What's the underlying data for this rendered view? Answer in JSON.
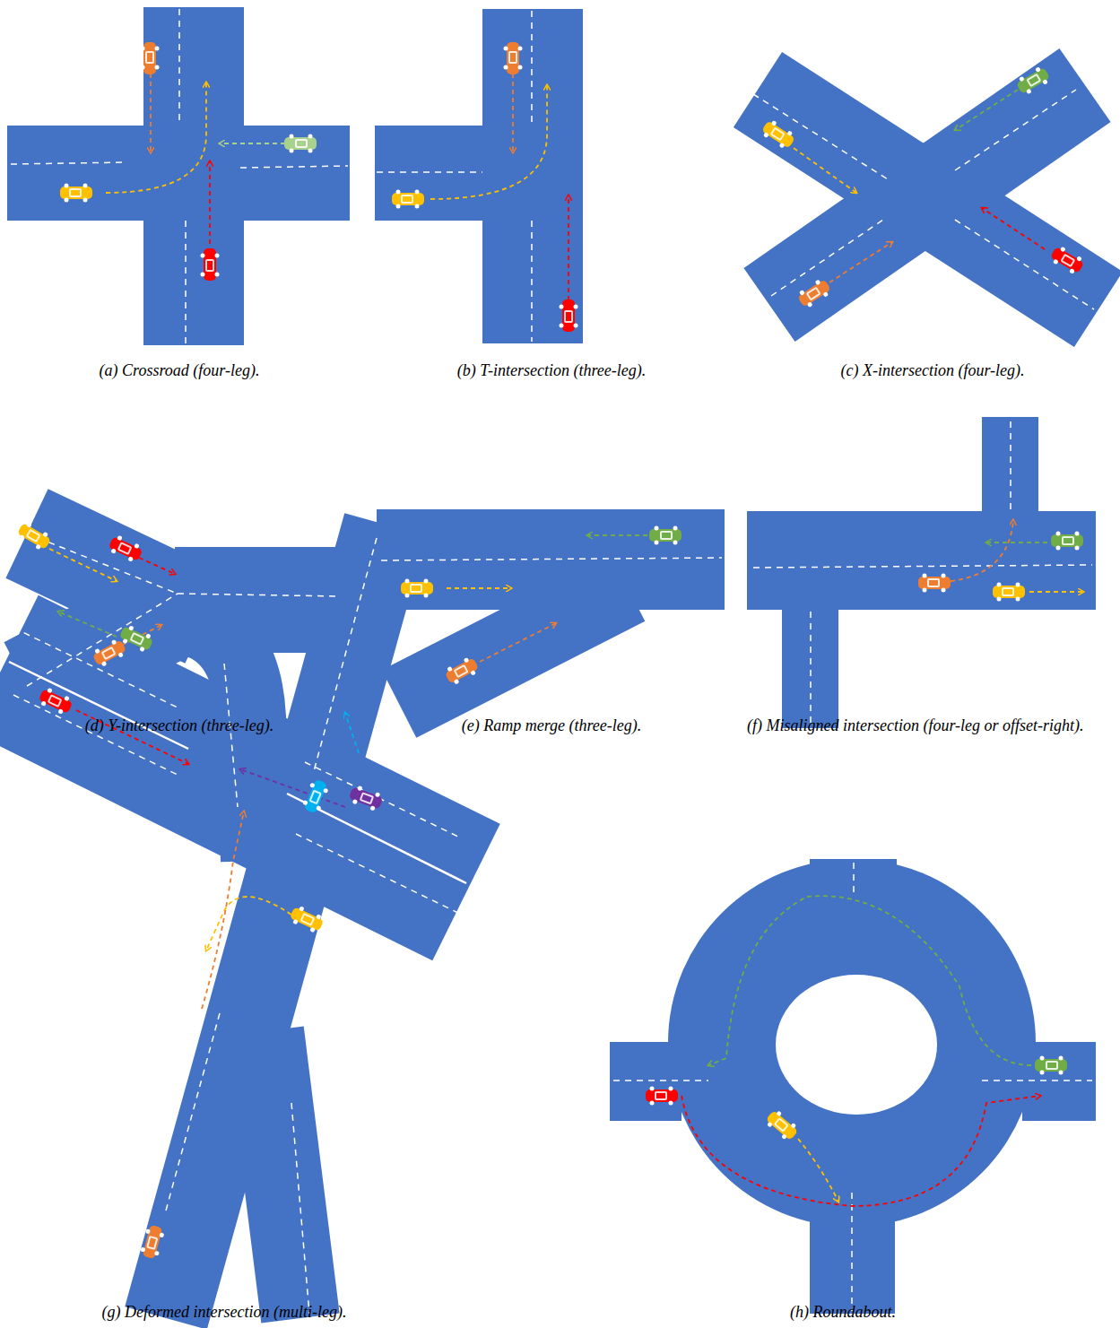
{
  "diagram": {
    "labels": [
      "(a) Crossroad (four-leg).",
      "(b) T-intersection (three-leg).",
      "(c) X-intersection (four-leg).",
      "(d) Y-intersection (three-leg).",
      "(e) Ramp merge (three-leg).",
      "(f) Misaligned intersection (four-leg or offset-right).",
      "(g) Deformed intersection (multi-leg).",
      "(h) Roundabout."
    ]
  }
}
